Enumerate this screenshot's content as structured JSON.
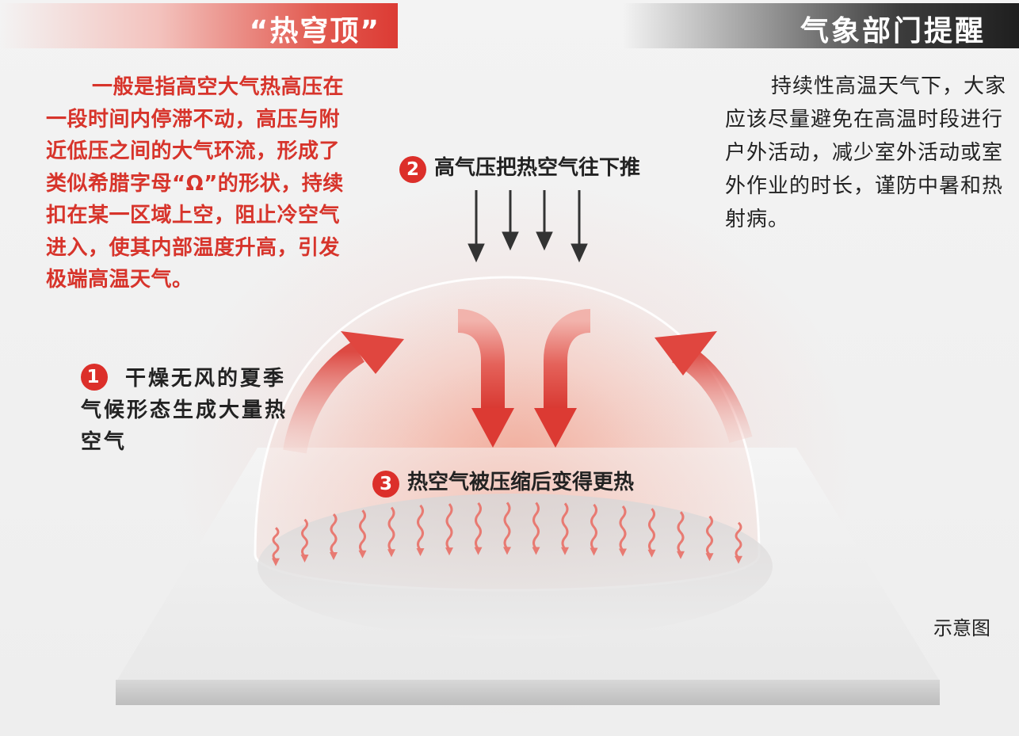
{
  "header": {
    "left_title": "“热穹顶”",
    "right_title": "气象部门提醒"
  },
  "definition": "一般是指高空大气热高压在一段时间内停滞不动，高压与附近低压之间的大气环流，形成了类似希腊字母“Ω”的形状，持续扣在某一区域上空，阻止冷空气进入，使其内部温度升高，引发极端高温天气。",
  "advice": "持续性高温天气下，大家应该尽量避免在高温时段进行户外活动，减少室外活动或室外作业的时长，谨防中暑和热射病。",
  "steps": [
    {
      "number": "1",
      "text": "干燥无风的夏季气候形态生成大量热空气"
    },
    {
      "number": "2",
      "text": "高气压把热空气往下推"
    },
    {
      "number": "3",
      "text": "热空气被压缩后变得更热"
    }
  ],
  "caption": "示意图",
  "colors": {
    "accent_red": "#dc2f2a",
    "arrow_dark": "#333333",
    "arrow_red": "#e0463f"
  }
}
